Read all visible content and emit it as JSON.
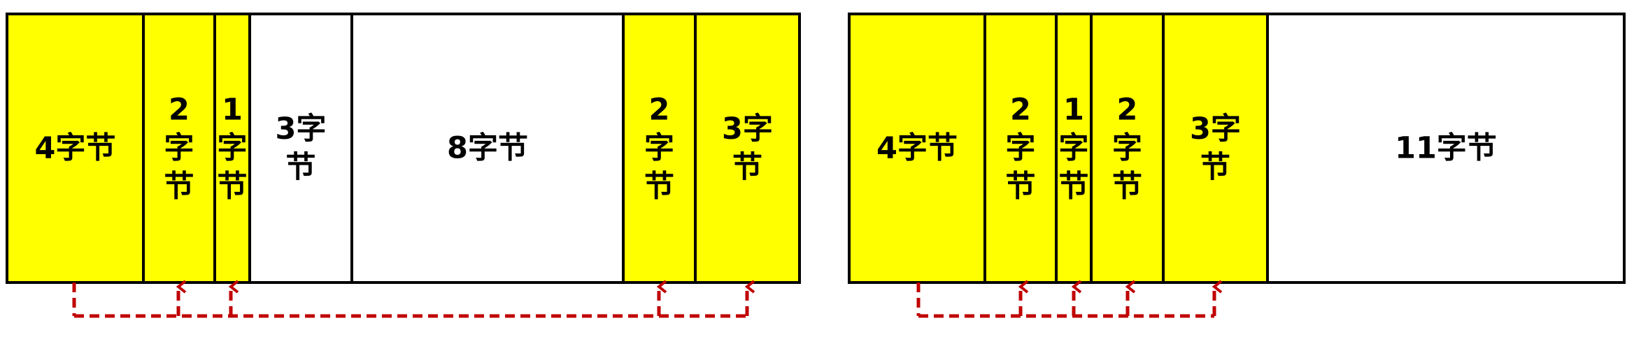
{
  "colors": {
    "used": "#ffff00",
    "free": "#ffffff",
    "border": "#000000",
    "arrow": "#c00000"
  },
  "diagrams": [
    {
      "blocks": [
        {
          "label_lines": [
            "4字节"
          ],
          "state": "used"
        },
        {
          "label_lines": [
            "2",
            "字",
            "节"
          ],
          "state": "used"
        },
        {
          "label_lines": [
            "1",
            "字",
            "节"
          ],
          "state": "used"
        },
        {
          "label_lines": [
            "3字",
            "节"
          ],
          "state": "free"
        },
        {
          "label_lines": [
            "8字节"
          ],
          "state": "free"
        },
        {
          "label_lines": [
            "2",
            "字",
            "节"
          ],
          "state": "used"
        },
        {
          "label_lines": [
            "3字",
            "节"
          ],
          "state": "used"
        }
      ]
    },
    {
      "blocks": [
        {
          "label_lines": [
            "4字节"
          ],
          "state": "used"
        },
        {
          "label_lines": [
            "2",
            "字",
            "节"
          ],
          "state": "used"
        },
        {
          "label_lines": [
            "1",
            "字",
            "节"
          ],
          "state": "used"
        },
        {
          "label_lines": [
            "2",
            "字",
            "节"
          ],
          "state": "used"
        },
        {
          "label_lines": [
            "3字",
            "节"
          ],
          "state": "used"
        },
        {
          "label_lines": [
            "11字节"
          ],
          "state": "free"
        }
      ]
    }
  ]
}
